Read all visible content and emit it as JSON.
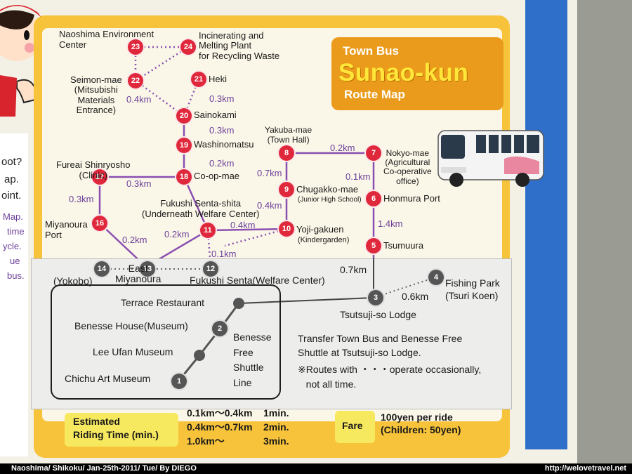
{
  "header": {
    "line1": "Town Bus",
    "line2": "Sunao-kun",
    "line3": "Route Map"
  },
  "left_margin": {
    "lines": [
      "oot?",
      "ap.",
      "oint.",
      "Map.",
      "time",
      "ycle.",
      "ue",
      "bus."
    ]
  },
  "stops": [
    {
      "num": "23",
      "label": "Naoshima Environment\nCenter"
    },
    {
      "num": "24",
      "label": "Incinerating and\nMelting Plant\nfor Recycling Waste"
    },
    {
      "num": "22",
      "label": "Seimon-mae\n(Mitsubishi\nMaterials\nEntrance)"
    },
    {
      "num": "21",
      "label": "Heki"
    },
    {
      "num": "20",
      "label": "Sainokami"
    },
    {
      "num": "19",
      "label": "Washinomatsu"
    },
    {
      "num": "18",
      "label": "Co-op-mae"
    },
    {
      "num": "17",
      "label": "Fureai Shinryosho\n(Clinic)"
    },
    {
      "num": "16",
      "label": "Miyanoura\nPort"
    },
    {
      "num": "8",
      "label": "Yakuba-mae\n(Town Hall)"
    },
    {
      "num": "7",
      "label": "Nokyo-mae\n(Agricultural\nCo-operative\noffice)"
    },
    {
      "num": "9",
      "label": "Chugakko-mae"
    },
    {
      "num": "6",
      "label": "Honmura Port"
    },
    {
      "num": "11",
      "label": "Fukushi Senta-shita\n(Underneath Welfare Center)"
    },
    {
      "num": "10",
      "label": "Yoji-gakuen"
    },
    {
      "num": "5",
      "label": "Tsumuura"
    }
  ],
  "sublabels": {
    "chugakko": "(Junior High School)",
    "yoji": "(Kindergarden)"
  },
  "distances": {
    "d22_20": "0.4km",
    "d21_20": "0.3km",
    "d20_19": "0.3km",
    "d19_18": "0.2km",
    "d18_17": "0.3km",
    "d17_16": "0.3km",
    "d16_13": "0.2km",
    "d13_11": "0.2km",
    "d11_10": "0.4km",
    "d11_12": "0.1km",
    "d9_10": "0.4km",
    "d8_9": "0.7km",
    "d8_7": "0.2km",
    "d7_6": "0.1km",
    "d6_5": "1.4km",
    "d5_3": "0.7km",
    "d3_4": "0.6km"
  },
  "overlay": {
    "yokobo": "(Yokobo)",
    "stop14": "14",
    "stop13": "13",
    "stop12": "12",
    "east_miyanoura": "East\nMiyanoura",
    "fukushi_senta": "Fukushi Senta(Welfare Center)",
    "stop3": "3",
    "stop4": "4",
    "tsutsujiso": "Tsutsuji-so Lodge",
    "fishing_park": "Fishing Park\n(Tsuri Koen)",
    "transfer_note": "Transfer Town Bus and Benesse Free\nShuttle at Tsutsuji-so Lodge.",
    "routes_note": "※Routes with ・・・operate occasionally,\n   not all time.",
    "shuttle": {
      "terrace": "Terrace Restaurant",
      "benesse_house": "Benesse House(Museum)",
      "lee_ufan": "Lee Ufan Museum",
      "chichu": "Chichu Art Museum",
      "line_label": "Benesse\nFree\nShuttle\nLine",
      "stop1": "1",
      "stop2": "2"
    }
  },
  "riding_time": {
    "label": "Estimated\nRiding Time (min.)",
    "rows": [
      {
        "range": "0.1km～0.4km",
        "time": "1min."
      },
      {
        "range": "0.4km～0.7km",
        "time": "2min."
      },
      {
        "range": "1.0km～",
        "time": "3min."
      }
    ]
  },
  "fare": {
    "label": "Fare",
    "text": "100yen per ride\n(Children: 50yen)"
  },
  "footer": {
    "left": "Naoshima/ Shikoku/ Jan-25th-2011/ Tue/ By DIEGO",
    "right": "http://welovetravel.net"
  },
  "colors": {
    "card": "#f7c33a",
    "stop": "#e0283c",
    "route": "#8a4fb0",
    "title_bg": "#ea9b1c",
    "sunao": "#ffe73a"
  }
}
